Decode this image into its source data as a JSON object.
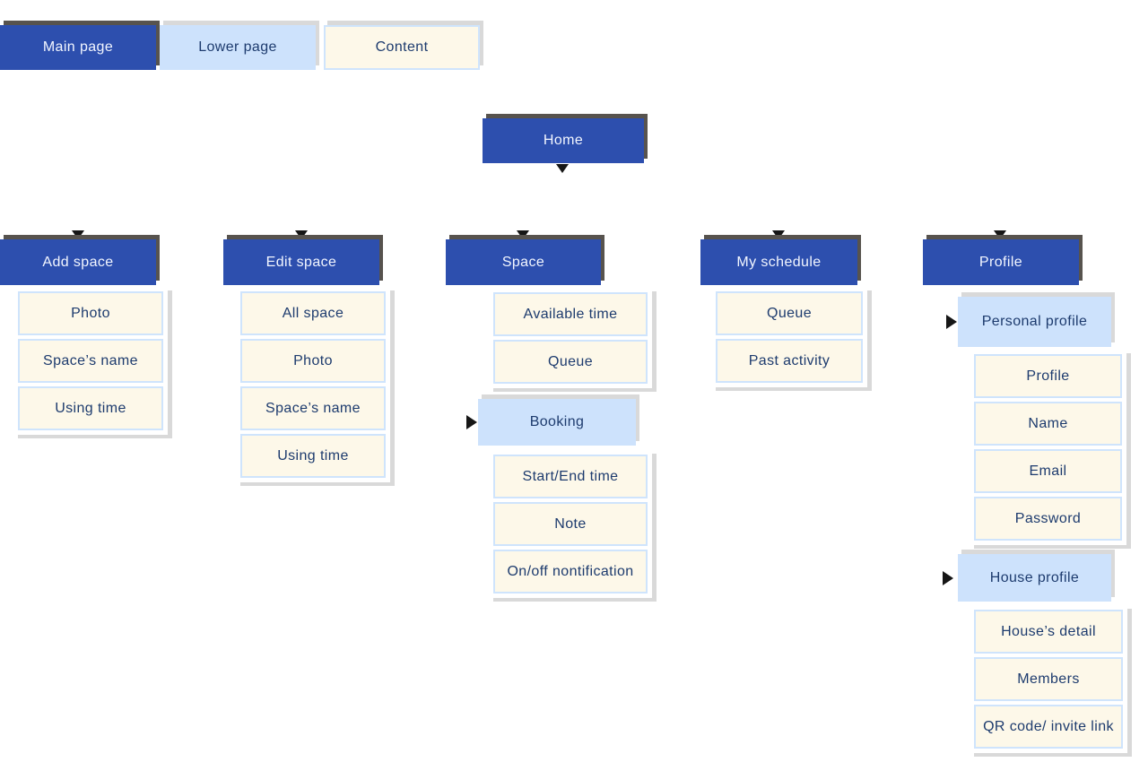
{
  "legend": {
    "main_page": "Main page",
    "lower_page": "Lower page",
    "content": "Content"
  },
  "home": {
    "label": "Home"
  },
  "columns": {
    "add_space": {
      "title": "Add space",
      "items": [
        "Photo",
        "Space’s name",
        "Using time"
      ]
    },
    "edit_space": {
      "title": "Edit space",
      "items": [
        "All space",
        "Photo",
        "Space’s name",
        "Using time"
      ]
    },
    "space": {
      "title": "Space",
      "items": [
        "Available time",
        "Queue"
      ],
      "booking": {
        "title": "Booking",
        "items": [
          "Start/End time",
          "Note",
          "On/off nontification"
        ]
      }
    },
    "my_schedule": {
      "title": "My schedule",
      "items": [
        "Queue",
        "Past activity"
      ]
    },
    "profile": {
      "title": "Profile",
      "personal": {
        "title": "Personal profile",
        "items": [
          "Profile",
          "Name",
          "Email",
          "Password"
        ]
      },
      "house": {
        "title": "House profile",
        "items": [
          "House’s detail",
          "Members",
          "QR code/ invite link"
        ]
      }
    }
  },
  "colors": {
    "main_page_fill": "#2d4fae",
    "lower_page_fill": "#cde2fc",
    "content_fill": "#fdf8e9",
    "text_navy": "#1d3b6e",
    "shadow_dark": "#57534e",
    "shadow_light": "#d9d9d9",
    "arrow": "#161616"
  }
}
